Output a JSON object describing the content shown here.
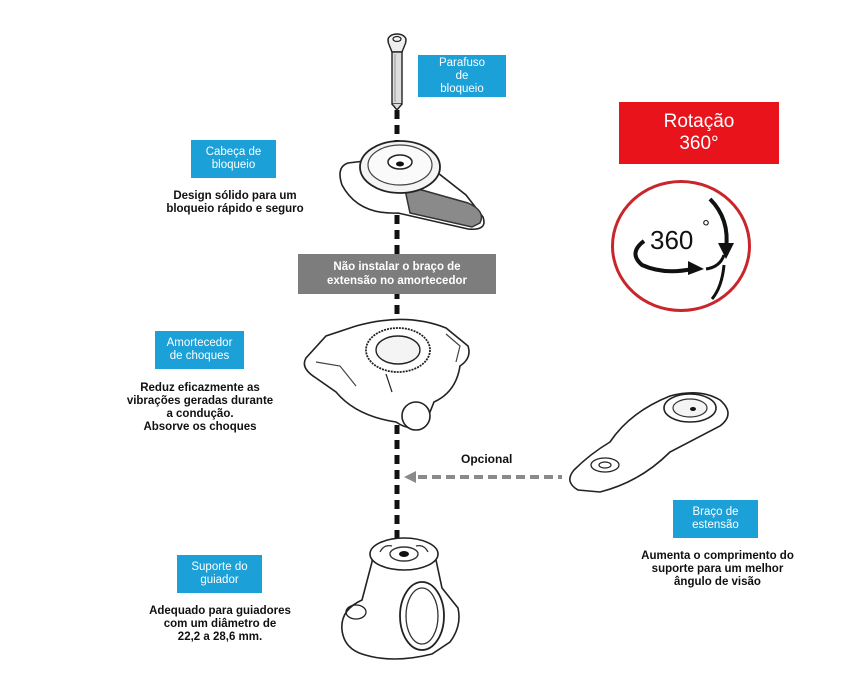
{
  "diagram": {
    "axis_style": "dashed-vertical-black",
    "components": [
      {
        "id": "screw",
        "label_lines": [
          "Parafuso",
          "de",
          "bloqueio"
        ],
        "description_lines": []
      },
      {
        "id": "lock-head",
        "label_lines": [
          "Cabeça de",
          "bloqueio"
        ],
        "description_lines": [
          "Design sólido para um",
          "bloqueio rápido e seguro"
        ]
      },
      {
        "id": "shock-absorber",
        "label_lines": [
          "Amortecedor",
          "de choques"
        ],
        "description_lines": [
          "Reduz eficazmente as",
          "vibrações geradas durante",
          "a condução.",
          "Absorve os choques"
        ]
      },
      {
        "id": "handlebar-mount",
        "label_lines": [
          "Suporte do",
          "guiador"
        ],
        "description_lines": [
          "Adequado para guiadores",
          "com um diâmetro de",
          "22,2 a 28,6 mm."
        ]
      },
      {
        "id": "extension-arm",
        "label_lines": [
          "Braço de",
          "estensão"
        ],
        "description_lines": [
          "Aumenta o comprimento do",
          "suporte para um melhor",
          "ângulo de visão"
        ]
      }
    ],
    "warning": {
      "lines": [
        "Não instalar o braço de",
        "extensão no amortecedor"
      ]
    },
    "optional_arrow": {
      "label": "Opcional"
    },
    "rotation": {
      "title_lines": [
        "Rotação",
        "360°"
      ],
      "icon_text": "360",
      "degree": "°"
    },
    "colors": {
      "label_bg": "#1ba0d8",
      "warning_bg": "#7d7d7d",
      "rotation_bg": "#e8131b",
      "circle_border": "#c9262c",
      "dash_arrow": "#8a8a8a"
    }
  }
}
